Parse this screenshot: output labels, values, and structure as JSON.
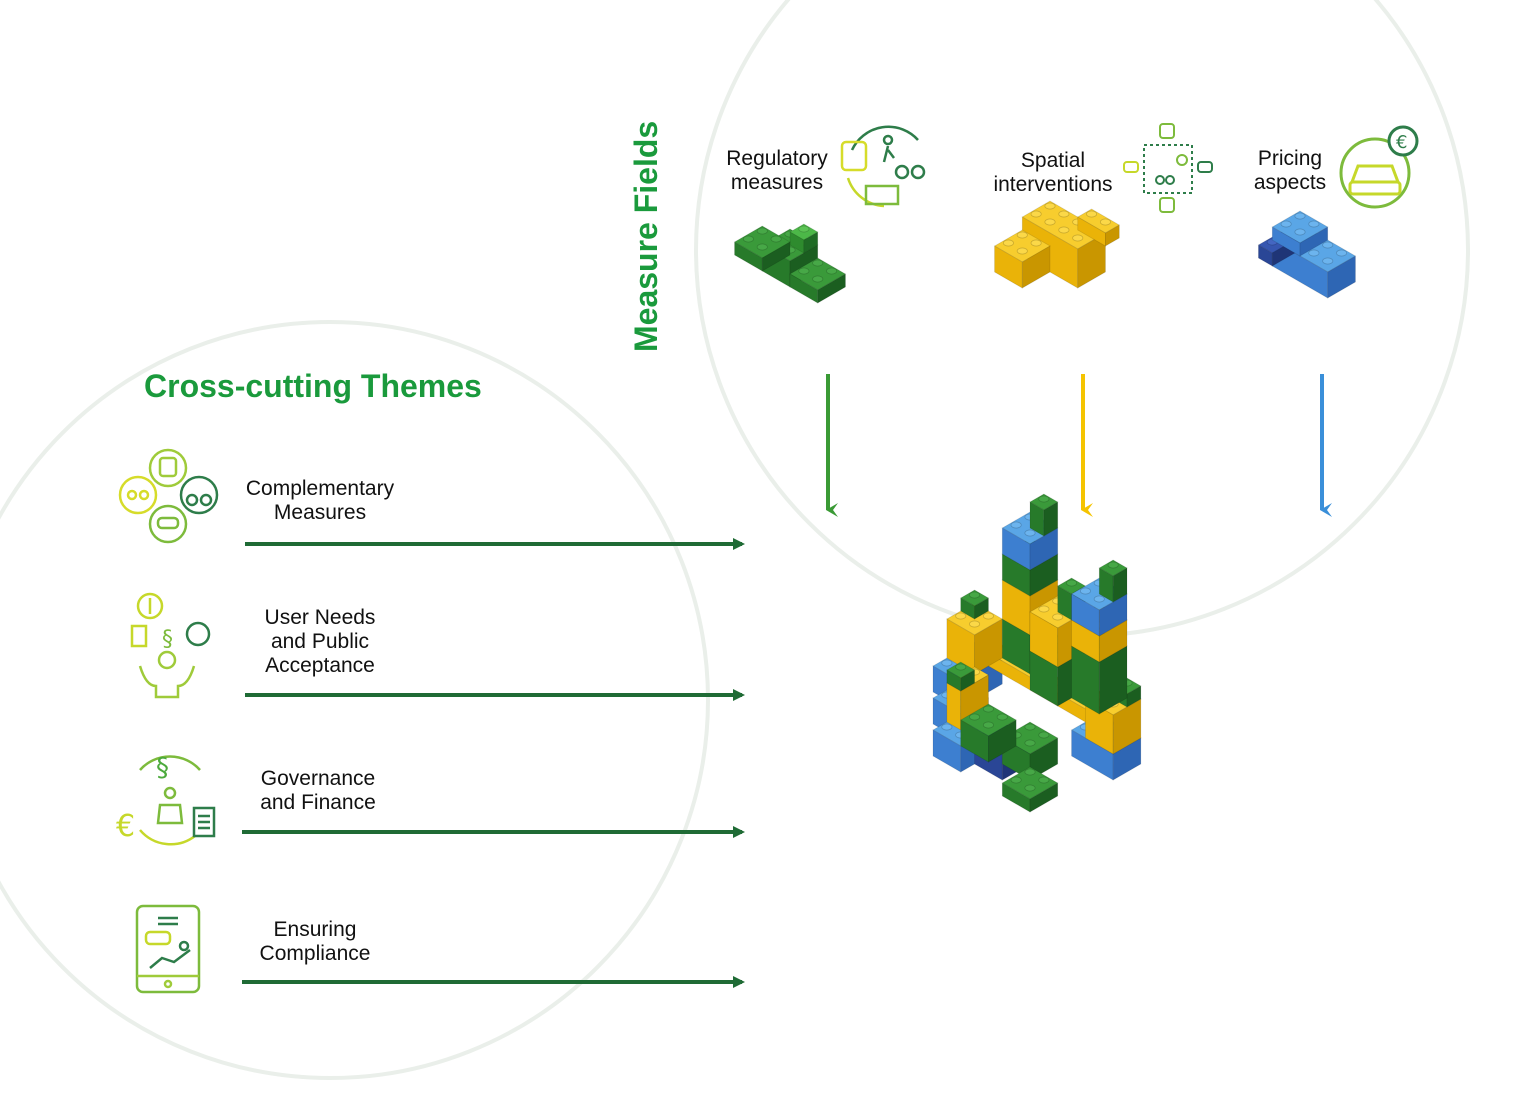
{
  "cross_cutting": {
    "title": "Cross-cutting Themes",
    "themes": [
      {
        "line1": "Complementary",
        "line2": "Measures",
        "line3": "",
        "icon": "mobility-modes-icon"
      },
      {
        "line1": "User Needs",
        "line2": "and Public",
        "line3": "Acceptance",
        "icon": "person-juggling-icon"
      },
      {
        "line1": "Governance",
        "line2": "and Finance",
        "line3": "",
        "icon": "governance-finance-icon"
      },
      {
        "line1": "Ensuring",
        "line2": "Compliance",
        "line3": "",
        "icon": "tablet-monitoring-icon"
      }
    ]
  },
  "measure_fields": {
    "title": "Measure Fields",
    "fields": [
      {
        "line1": "Regulatory",
        "line2": "measures",
        "icon": "regulation-modes-icon",
        "color": "#2f8f2f"
      },
      {
        "line1": "Spatial",
        "line2": "interventions",
        "icon": "spatial-plan-icon",
        "color": "#f5c400"
      },
      {
        "line1": "Pricing",
        "line2": "aspects",
        "icon": "car-euro-icon",
        "color": "#3a8fd9"
      }
    ]
  },
  "colors": {
    "green_dark": "#2e7d32",
    "green": "#3fa535",
    "yellow": "#f2c21b",
    "blue": "#4a90d9",
    "navy": "#2c4a9e",
    "arrow_theme": "#1f6b35",
    "title_green": "#1a9a3c"
  }
}
